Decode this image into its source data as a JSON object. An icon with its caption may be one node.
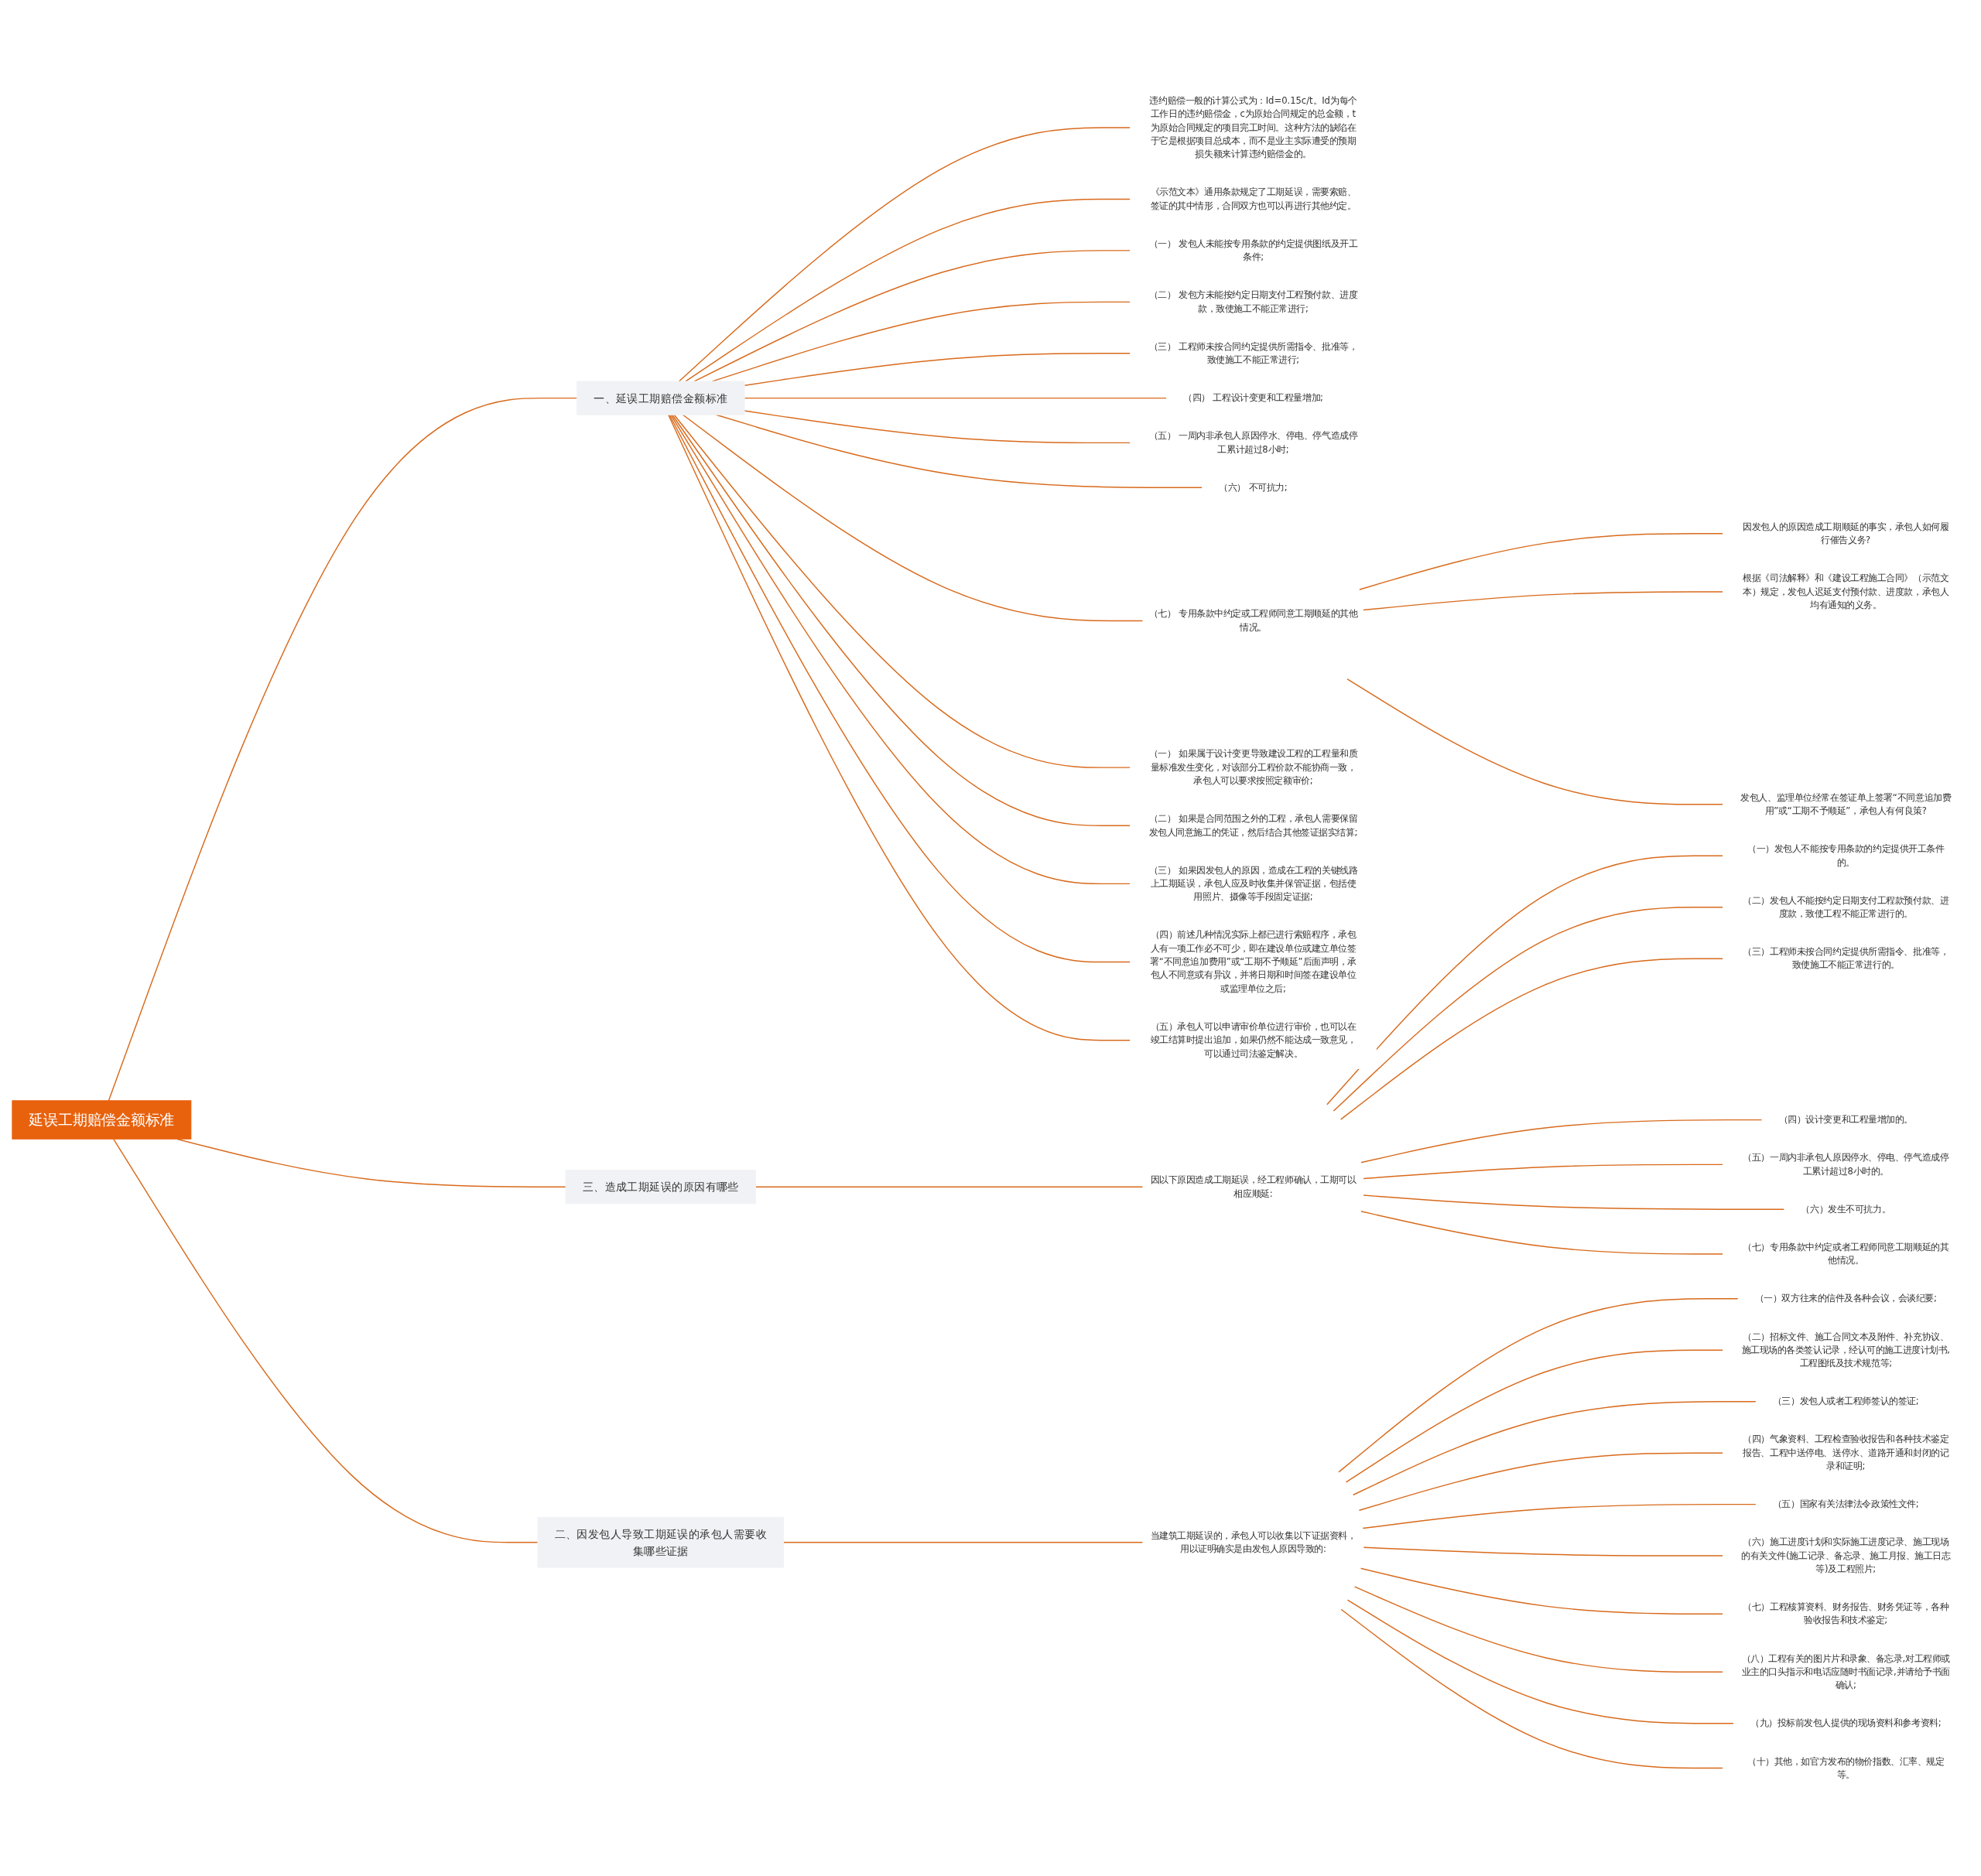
{
  "diagram": {
    "nodes": [
      {
        "text": [
          "延误工期赔偿金额标准"
        ]
      },
      {
        "text": [
          "一、延误工期赔偿金额标准"
        ]
      },
      {
        "text": [
          "违约赔偿一般的计算公式为：Id=0.15c/t。Id为每个工作日的违约赔偿金，c为原始合同规定的总金额，t为原始合同规定的项目完工时间。这种方法的缺陷在于它是根据项目总成本，而不是业主实际遭受的预期损失额来计算违约赔偿金的。"
        ]
      },
      {
        "text": [
          "《示范文本》通用条款规定了工期延误，需要索赔、签证的其中情形，合同双方也可以再进行其他约定。"
        ]
      },
      {
        "text": [
          "（一） 发包人未能按专用条款的约定提供图纸及开工条件;"
        ]
      },
      {
        "text": [
          "（二） 发包方未能按约定日期支付工程预付款、进度款，致使施工不能正常进行;"
        ]
      },
      {
        "text": [
          "（三） 工程师未按合同约定提供所需指令、批准等，致使施工不能正常进行;"
        ]
      },
      {
        "text": [
          "（四） 工程设计变更和工程量增加;"
        ]
      },
      {
        "text": [
          "（五） 一周内非承包人原因停水、停电、停气造成停工累计超过8小时;"
        ]
      },
      {
        "text": [
          "（六） 不可抗力;"
        ]
      },
      {
        "text": [
          "（七） 专用条款中约定或工程师同意工期顺延的其他情况。"
        ]
      },
      {
        "text": [
          "因发包人的原因造成工期顺延的事实，承包人如何履行催告义务?"
        ]
      },
      {
        "text": [
          "根据《司法解释》和《建设工程施工合同》（示范文本）规定，发包人迟延支付预付款、进度款，承包人均有通知的义务。"
        ]
      },
      {
        "text": [
          "发包人、监理单位经常在签证单上签署“不同意追加费用”或“工期不予顺延”，承包人有何良策?"
        ]
      },
      {
        "text": [
          "（一） 如果属于设计变更导致建设工程的工程量和质量标准发生变化，对该部分工程价款不能协商一致，承包人可以要求按照定额审价;"
        ]
      },
      {
        "text": [
          "（二） 如果是合同范围之外的工程，承包人需要保留发包人同意施工的凭证，然后结合其他签证据实结算;"
        ]
      },
      {
        "text": [
          "（三） 如果因发包人的原因，造成在工程的关键线路上工期延误，承包人应及时收集并保管证据，包括使用照片、摄像等手段固定证据;"
        ]
      },
      {
        "text": [
          "（四）前述几种情况实际上都已进行索赔程序，承包人有一项工作必不可少，即在建设单位或建立单位签署“不同意追加费用”或“工期不予顺延”后面声明，承包人不同意或有异议，并将日期和时间签在建设单位或监理单位之后;"
        ]
      },
      {
        "text": [
          "（五）承包人可以申请审价单位进行审价，也可以在竣工结算时提出追加，如果仍然不能达成一致意见，可以通过司法鉴定解决。"
        ]
      },
      {
        "text": [
          "三、造成工期延误的原因有哪些"
        ]
      },
      {
        "text": [
          "因以下原因造成工期延误，经工程师确认，工期可以相应顺延:"
        ]
      },
      {
        "text": [
          "（一）发包人不能按专用条款的约定提供开工条件的。"
        ]
      },
      {
        "text": [
          "（二）发包人不能按约定日期支付工程款预付款、进度款，致使工程不能正常进行的。"
        ]
      },
      {
        "text": [
          "（三）工程师未按合同约定提供所需指令、批准等，致使施工不能正常进行的。"
        ]
      },
      {
        "text": [
          "（四）设计变更和工程量增加的。"
        ]
      },
      {
        "text": [
          "（五）一周内非承包人原因停水、停电、停气造成停工累计超过8小时的。"
        ]
      },
      {
        "text": [
          "（六）发生不可抗力。"
        ]
      },
      {
        "text": [
          "（七）专用条款中约定或者工程师同意工期顺延的其他情况。"
        ]
      },
      {
        "text": [
          "二、因发包人导致工期延误的承包人需要收集哪些证据"
        ]
      },
      {
        "text": [
          "当建筑工期延误的，承包人可以收集以下证据资料，用以证明确实是由发包人原因导致的:"
        ]
      },
      {
        "text": [
          "（一）双方往来的信件及各种会议，会谈纪要;"
        ]
      },
      {
        "text": [
          "（二）招标文件、施工合同文本及附件、补充协议、施工现场的各类签认记录，经认可的施工进度计划书,工程图纸及技术规范等;"
        ]
      },
      {
        "text": [
          "（三）发包人或者工程师签认的签证;"
        ]
      },
      {
        "text": [
          "（四）气象资料、工程检查验收报告和各种技术鉴定报告、工程中送停电、送停水、道路开通和封闭的记录和证明;"
        ]
      },
      {
        "text": [
          "（五）国家有关法律法令政策性文件;"
        ]
      },
      {
        "text": [
          "（六）施工进度计划和实际施工进度记录、施工现场的有关文件(施工记录、备忘录、施工月报、施工日志等)及工程照片;"
        ]
      },
      {
        "text": [
          "（七）工程核算资料、财务报告、财务凭证等，各种验收报告和技术鉴定;"
        ]
      },
      {
        "text": [
          "（八）工程有关的图片片和录象、备忘录,对工程师或业主的口头指示和电话应随时书面记录,并请给予书面确认;"
        ]
      },
      {
        "text": [
          "（九）投标前发包人提供的现场资料和参考资料;"
        ]
      },
      {
        "text": [
          "（十）其他，如官方发布的物价指数、汇率、规定等。"
        ]
      }
    ],
    "edges": [
      {
        "from": 0,
        "to": 1,
        "arrow": "none"
      },
      {
        "from": 1,
        "to": 2,
        "arrow": "none"
      },
      {
        "from": 1,
        "to": 3,
        "arrow": "none"
      },
      {
        "from": 1,
        "to": 4,
        "arrow": "none"
      },
      {
        "from": 1,
        "to": 5,
        "arrow": "none"
      },
      {
        "from": 1,
        "to": 6,
        "arrow": "none"
      },
      {
        "from": 1,
        "to": 7,
        "arrow": "none"
      },
      {
        "from": 1,
        "to": 8,
        "arrow": "none"
      },
      {
        "from": 1,
        "to": 9,
        "arrow": "none"
      },
      {
        "from": 1,
        "to": 10,
        "arrow": "none"
      },
      {
        "from": 10,
        "to": 11,
        "arrow": "none"
      },
      {
        "from": 10,
        "to": 12,
        "arrow": "none"
      },
      {
        "from": 10,
        "to": 13,
        "arrow": "none"
      },
      {
        "from": 1,
        "to": 14,
        "arrow": "none"
      },
      {
        "from": 1,
        "to": 15,
        "arrow": "none"
      },
      {
        "from": 1,
        "to": 16,
        "arrow": "none"
      },
      {
        "from": 1,
        "to": 17,
        "arrow": "none"
      },
      {
        "from": 1,
        "to": 18,
        "arrow": "none"
      },
      {
        "from": 0,
        "to": 19,
        "arrow": "none"
      },
      {
        "from": 19,
        "to": 20,
        "arrow": "none"
      },
      {
        "from": 20,
        "to": 21,
        "arrow": "none"
      },
      {
        "from": 20,
        "to": 22,
        "arrow": "none"
      },
      {
        "from": 20,
        "to": 23,
        "arrow": "none"
      },
      {
        "from": 20,
        "to": 24,
        "arrow": "none"
      },
      {
        "from": 20,
        "to": 25,
        "arrow": "none"
      },
      {
        "from": 20,
        "to": 26,
        "arrow": "none"
      },
      {
        "from": 20,
        "to": 27,
        "arrow": "none"
      },
      {
        "from": 0,
        "to": 28,
        "arrow": "none"
      },
      {
        "from": 28,
        "to": 29,
        "arrow": "none"
      },
      {
        "from": 29,
        "to": 30,
        "arrow": "none"
      },
      {
        "from": 29,
        "to": 31,
        "arrow": "none"
      },
      {
        "from": 29,
        "to": 32,
        "arrow": "none"
      },
      {
        "from": 29,
        "to": 33,
        "arrow": "none"
      },
      {
        "from": 29,
        "to": 34,
        "arrow": "none"
      },
      {
        "from": 29,
        "to": 35,
        "arrow": "none"
      },
      {
        "from": 29,
        "to": 36,
        "arrow": "none"
      },
      {
        "from": 29,
        "to": 37,
        "arrow": "none"
      },
      {
        "from": 29,
        "to": 38,
        "arrow": "none"
      },
      {
        "from": 29,
        "to": 39,
        "arrow": "none"
      }
    ]
  }
}
